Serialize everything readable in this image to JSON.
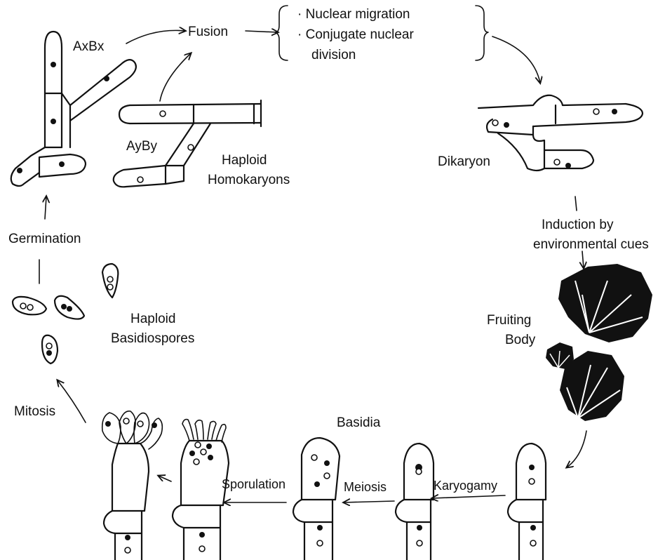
{
  "labels": {
    "axbx": "AxBx",
    "fusion": "Fusion",
    "nuclear_migration": "· Nuclear migration",
    "conjugate_nuclear": "· Conjugate nuclear",
    "division": "division",
    "ayby": "AyBy",
    "haploid_homokaryons_1": "Haploid",
    "haploid_homokaryons_2": "Homokaryons",
    "dikaryon": "Dikaryon",
    "induction_1": "Induction by",
    "induction_2": "environmental cues",
    "fruiting_1": "Fruiting",
    "fruiting_2": "Body",
    "germination": "Germination",
    "haploid_basidiospores_1": "Haploid",
    "haploid_basidiospores_2": "Basidiospores",
    "mitosis": "Mitosis",
    "basidia": "Basidia",
    "sporulation": "Sporulation",
    "meiosis": "Meiosis",
    "karyogamy": "Karyogamy"
  },
  "colors": {
    "ink": "#111111",
    "background": "#ffffff"
  }
}
